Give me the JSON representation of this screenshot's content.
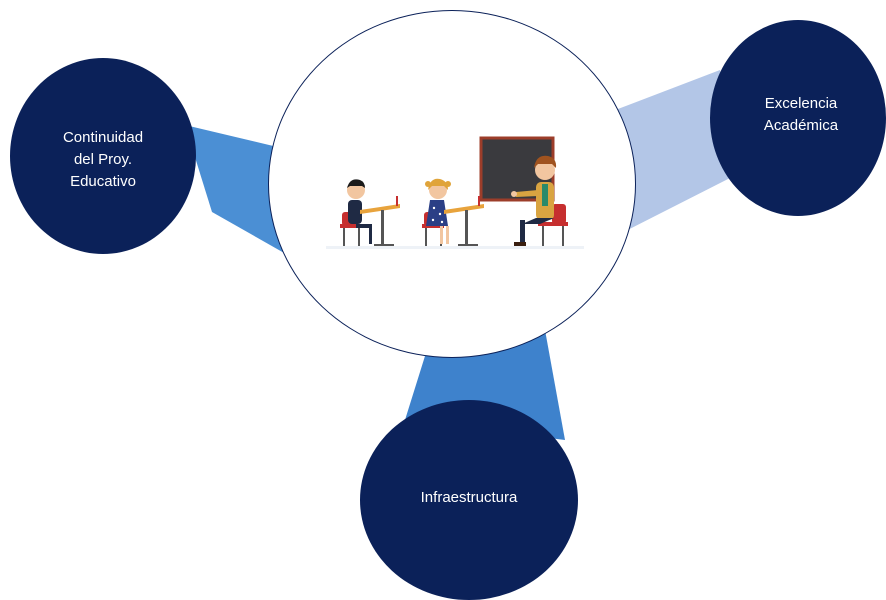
{
  "diagram": {
    "center": {
      "illustration": "classroom-teacher-students-icon"
    },
    "nodes": [
      {
        "id": "left",
        "label": "Continuidad\ndel Proy.\nEducativo"
      },
      {
        "id": "right",
        "label": "Excelencia\nAcadémica"
      },
      {
        "id": "bottom",
        "label": "Infraestructura"
      }
    ],
    "colors": {
      "node_fill": "#0b2159",
      "connector_left": "#4b8fd4",
      "connector_right": "#b3c6e7",
      "connector_bottom": "#3e82cc",
      "hub_border": "#0b2159"
    }
  }
}
